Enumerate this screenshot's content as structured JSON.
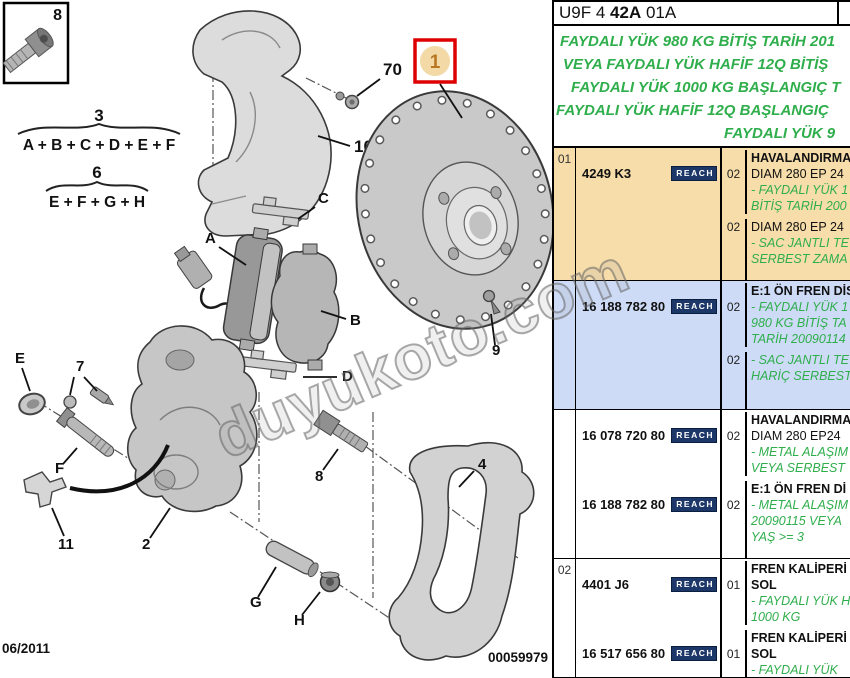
{
  "header": {
    "code_prefix": "U9F 4 ",
    "code_bold": "42A",
    "code_suffix": " 01A"
  },
  "notes": {
    "lines": [
      "FAYDALI YÜK 980 KG BİTİŞ TARİH 201",
      "VEYA FAYDALI YÜK HAFİF 12Q BİTİŞ",
      "FAYDALI YÜK 1000 KG BAŞLANGIÇ T",
      "FAYDALI YÜK HAFİF 12Q BAŞLANGIÇ",
      "FAYDALI YÜK 9"
    ]
  },
  "table": {
    "sections": [
      {
        "item": "01",
        "bg": "tan",
        "parts": [
          {
            "number": "4249 K3",
            "reach": "REACH"
          }
        ],
        "lines": [
          {
            "qty": "",
            "text": "HAVALANDIRMA",
            "style": "hdr"
          },
          {
            "qty": "02",
            "text": "DIAM 280 EP 24",
            "style": "plain"
          },
          {
            "qty": "",
            "text": "- FAYDALI YÜK 1",
            "style": "green"
          },
          {
            "qty": "",
            "text": "BİTİŞ TARİH 200",
            "style": "green"
          },
          {
            "qty": "02",
            "text": "DIAM 280 EP 24",
            "style": "plain",
            "gap": true
          },
          {
            "qty": "",
            "text": "- SAC JANTLI TE",
            "style": "green"
          },
          {
            "qty": "",
            "text": "SERBEST ZAMA",
            "style": "green"
          }
        ]
      },
      {
        "item": "",
        "bg": "blue",
        "parts": [
          {
            "number": "16 188 782 80",
            "reach": "REACH"
          }
        ],
        "lines": [
          {
            "qty": "",
            "text": "E:1 ÖN FREN DİS",
            "style": "hdr"
          },
          {
            "qty": "02",
            "text": "- FAYDALI YÜK 1",
            "style": "green"
          },
          {
            "qty": "",
            "text": "980 KG BİTİŞ TA",
            "style": "green"
          },
          {
            "qty": "",
            "text": "TARİH 20090114",
            "style": "green"
          },
          {
            "qty": "02",
            "text": "- SAC JANTLI TE",
            "style": "green",
            "gap": true
          },
          {
            "qty": "",
            "text": "HARİÇ SERBEST",
            "style": "green"
          }
        ]
      },
      {
        "item": "",
        "bg": "white",
        "parts": [
          {
            "number": "16 078 720 80",
            "reach": "REACH"
          },
          {
            "number": "16 188 782 80",
            "reach": "REACH"
          }
        ],
        "lines": [
          {
            "qty": "",
            "text": "HAVALANDIRMA",
            "style": "hdr"
          },
          {
            "qty": "02",
            "text": "DIAM 280 EP24",
            "style": "plain"
          },
          {
            "qty": "",
            "text": "- METAL ALAŞIM",
            "style": "green"
          },
          {
            "qty": "",
            "text": "VEYA SERBEST",
            "style": "green"
          },
          {
            "qty": "",
            "text": "E:1 ÖN FREN Dİ",
            "style": "hdr",
            "gap": true
          },
          {
            "qty": "02",
            "text": "- METAL ALAŞIM",
            "style": "green"
          },
          {
            "qty": "",
            "text": "20090115 VEYA",
            "style": "green"
          },
          {
            "qty": "",
            "text": "YAŞ >= 3",
            "style": "green"
          }
        ]
      },
      {
        "item": "02",
        "bg": "white",
        "parts": [
          {
            "number": "4401 J6",
            "reach": "REACH"
          },
          {
            "number": "16 517 656 80",
            "reach": "REACH"
          }
        ],
        "lines": [
          {
            "qty": "",
            "text": "FREN KALİPERİ",
            "style": "hdr"
          },
          {
            "qty": "01",
            "text": "SOL",
            "style": "hdr"
          },
          {
            "qty": "",
            "text": "- FAYDALI YÜK H",
            "style": "green"
          },
          {
            "qty": "",
            "text": "1000 KG",
            "style": "green"
          },
          {
            "qty": "",
            "text": "FREN KALİPERİ",
            "style": "hdr",
            "gap": true
          },
          {
            "qty": "01",
            "text": "SOL",
            "style": "hdr"
          },
          {
            "qty": "",
            "text": "- FAYDALI YÜK",
            "style": "green"
          }
        ]
      }
    ]
  },
  "diagram": {
    "labels": {
      "boxed_bolt": "8",
      "sum3": "3",
      "sum3_items": "A + B + C + D + E + F",
      "sum6": "6",
      "sum6_items": "E + F + G + H",
      "shield_screw": "70",
      "disc_callout": "1",
      "shield": "10",
      "clip_top": "C",
      "pad_inner": "A",
      "pad_outer": "B",
      "disc_screw": "9",
      "clip_bottom": "D",
      "cap": "E",
      "bleed": "7",
      "guide_pin": "F",
      "spring": "11",
      "caliper": "2",
      "bolt": "8",
      "sleeve": "G",
      "bush": "H",
      "carrier": "4"
    },
    "footer": {
      "date": "06/2011",
      "doc_number": "00059979"
    }
  },
  "watermark": {
    "text": "duyukoto.com"
  },
  "colors": {
    "row_tan": "#F7DDAA",
    "row_blue": "#CDDBF6",
    "reach_bg": "#1D3868",
    "green_text": "#2FAE4C",
    "callout_red": "#DE0000",
    "callout_fill": "#F2D9A6",
    "callout_num": "#B97722"
  }
}
